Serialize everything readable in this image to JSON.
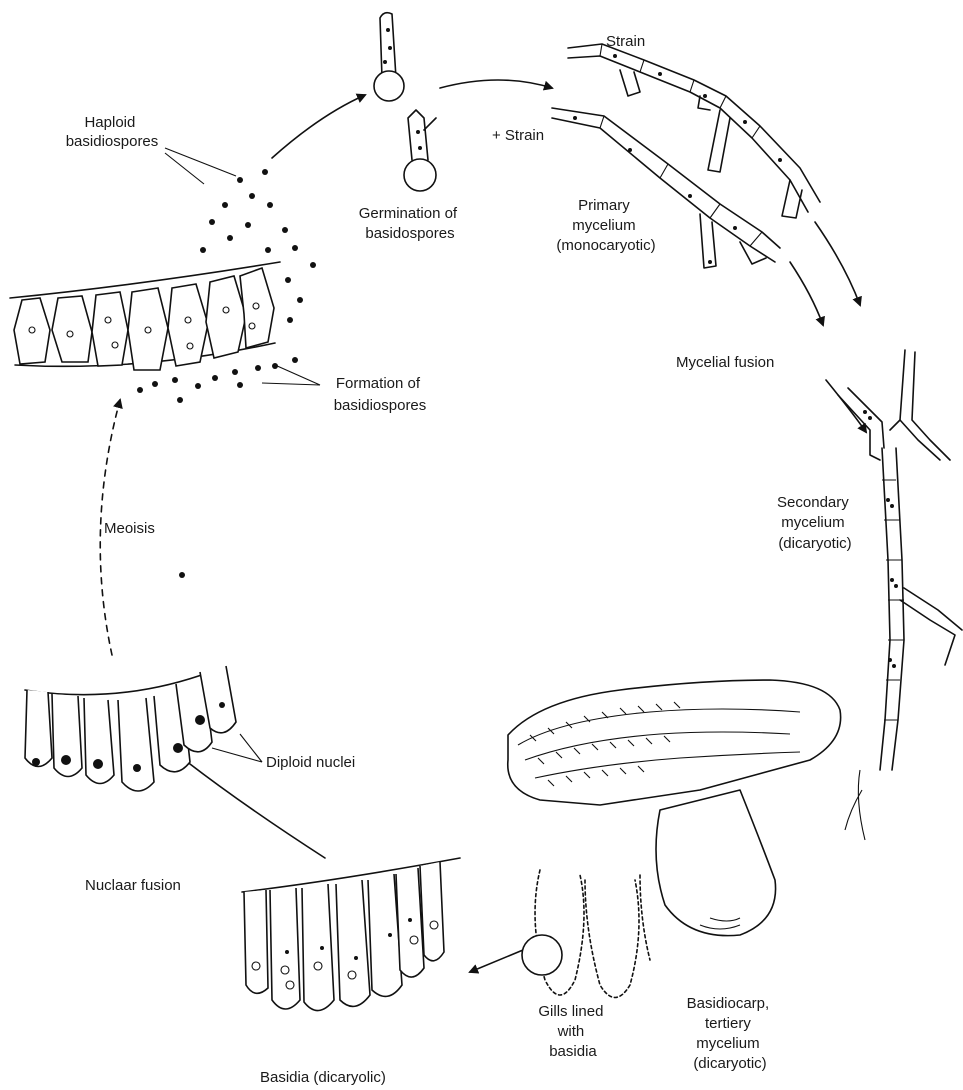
{
  "labels": {
    "haploid_line1": "Haploid",
    "haploid_line2": "basidiospores",
    "germination_line1": "Germination of",
    "germination_line2": "basidospores",
    "strain_minus": "Strain",
    "strain_plus": "+ Strain",
    "primary_line1": "Primary",
    "primary_line2": "mycelium",
    "primary_line3": "(monocaryotic)",
    "mycelial_fusion": "Mycelial fusion",
    "secondary_line1": "Secondary",
    "secondary_line2": "mycelium",
    "secondary_line3": "(dicaryotic)",
    "formation_line1": "Formation of",
    "formation_line2": "basidiospores",
    "meiosis": "Meoisis",
    "diploid_nuclei": "Diploid nuclei",
    "nuclear_fusion": "Nuclaar fusion",
    "basidia_dicaryotic": "Basidia (dicaryolic)",
    "gills_line1": "Gills lined",
    "gills_line2": "with",
    "gills_line3": "basidia",
    "basidiocarp_line1": "Basidiocarp,",
    "basidiocarp_line2": "tertiery",
    "basidiocarp_line3": "mycelium",
    "basidiocarp_line4": "(dicaryotic)"
  }
}
